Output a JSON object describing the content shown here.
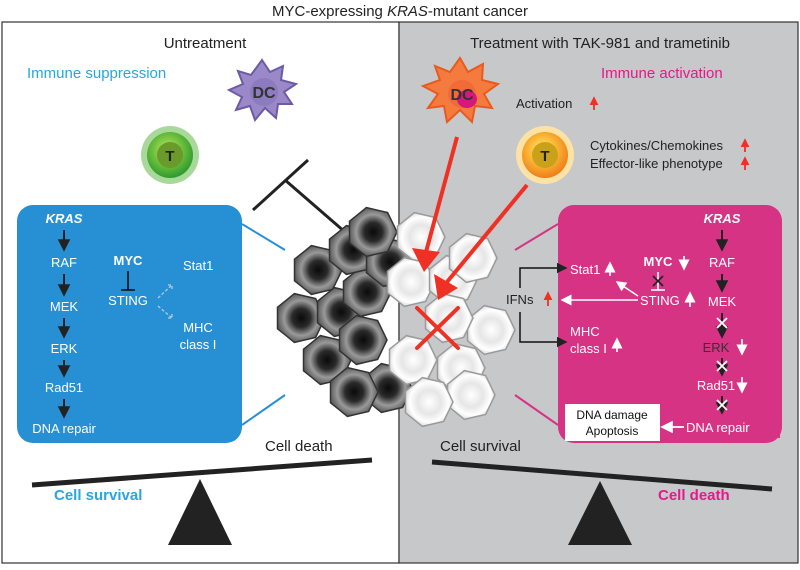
{
  "title": {
    "pre": "MYC-expressing ",
    "italic": "KRAS",
    "post": "-mutant cancer"
  },
  "left": {
    "header": "Untreatment",
    "state": "Immune suppression",
    "dc_label": "DC",
    "t_label": "T",
    "pathway": [
      "KRAS",
      "RAF",
      "MEK",
      "ERK",
      "Rad51",
      "DNA repair"
    ],
    "myc": "MYC",
    "sting": "STING",
    "stat1": "Stat1",
    "mhc_line1": "MHC",
    "mhc_line2": "class I",
    "scale_heavy": "Cell survival",
    "scale_light": "Cell death"
  },
  "right": {
    "header": "Treatment with TAK-981 and trametinib",
    "state": "Immune activation",
    "dc_label": "DC",
    "t_label": "T",
    "activation": "Activation",
    "cytokines": "Cytokines/Chemokines",
    "effector": "Effector-like phenotype",
    "pathway": [
      "KRAS",
      "RAF",
      "MEK",
      "ERK",
      "Rad51",
      "DNA repair"
    ],
    "myc": "MYC",
    "sting": "STING",
    "stat1": "Stat1",
    "ifns": "IFNs",
    "mhc_line1": "MHC",
    "mhc_line2": "class I",
    "damage_line1": "DNA damage",
    "damage_line2": "Apoptosis",
    "scale_light": "Cell survival",
    "scale_heavy": "Cell death"
  },
  "colors": {
    "blue_panel": "#2790d4",
    "magenta_panel": "#d63384",
    "gray_bg": "#c7c8ca",
    "immune_blue": "#29a6df",
    "immune_magenta": "#e4198b",
    "red_arrow": "#ee3124"
  }
}
